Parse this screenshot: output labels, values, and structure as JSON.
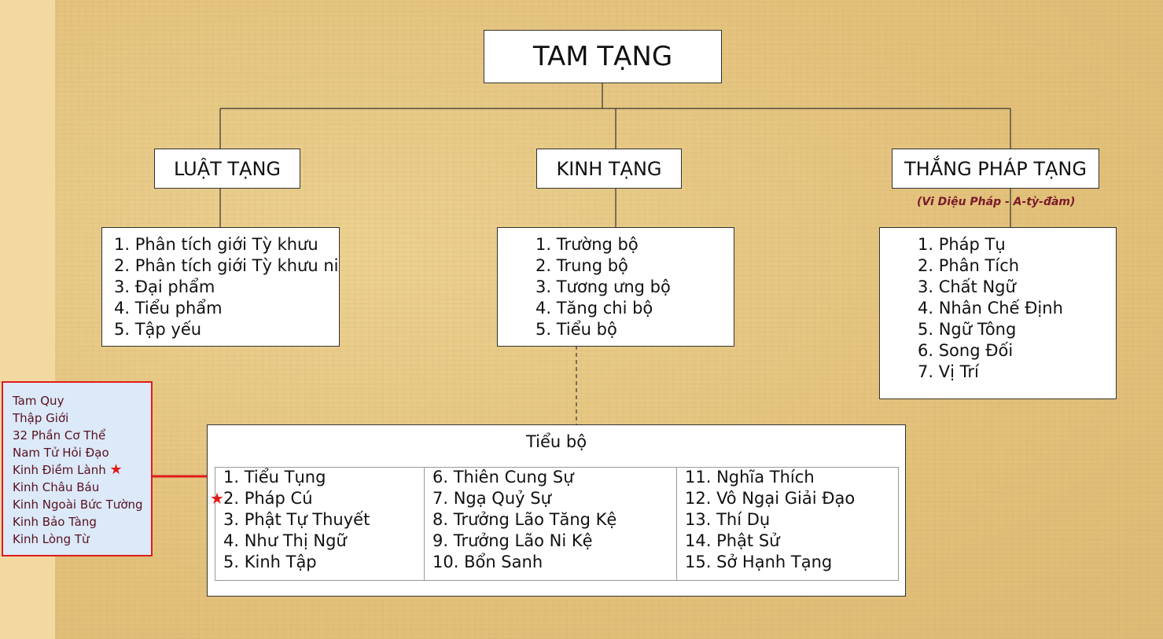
{
  "root": {
    "title": "TAM TẠNG"
  },
  "branches": {
    "luat": {
      "title": "LUẬT TẠNG",
      "items": [
        "1. Phân tích giới Tỳ khưu",
        "2. Phân tích giới Tỳ khưu ni",
        "3. Đại phẩm",
        "4. Tiểu phẩm",
        "5. Tập yếu"
      ]
    },
    "kinh": {
      "title": "KINH TẠNG",
      "items": [
        "1. Trường bộ",
        "2. Trung bộ",
        "3. Tương ưng bộ",
        "4. Tăng chi bộ",
        "5. Tiểu bộ"
      ]
    },
    "thang": {
      "title": "THẮNG PHÁP TẠNG",
      "subtitle": "(Vi Diệu Pháp - A-tỳ-đàm)",
      "items": [
        "1. Pháp Tụ",
        "2. Phân Tích",
        "3. Chất Ngữ",
        "4. Nhân Chế Định",
        "5. Ngữ Tông",
        "6. Song Đối",
        "7. Vị Trí"
      ]
    }
  },
  "tieubo": {
    "title": "Tiểu bộ",
    "col1": [
      "1. Tiểu Tụng",
      "2. Pháp Cú",
      "3. Phật Tự Thuyết",
      "4. Như Thị Ngữ",
      "5. Kinh Tập"
    ],
    "col2": [
      "6. Thiên Cung Sự",
      "7. Ngạ Quỷ Sự",
      "8. Trưởng Lão Tăng Kệ",
      "9. Trưởng Lão Ni Kệ",
      "10. Bổn Sanh"
    ],
    "col3": [
      "11. Nghĩa Thích",
      "12. Vô Ngại Giải Đạo",
      "13. Thí Dụ",
      "14. Phật Sử",
      "15. Sở Hạnh Tạng"
    ]
  },
  "sidebar": {
    "items": [
      "Tam Quy",
      "Thập Giới",
      "32 Phần Cơ Thể",
      "Nam Tử Hỏi Đạo",
      "Kinh Điềm Lành",
      "Kinh Châu Báu",
      "Kinh Ngoài Bức Tường",
      "Kinh Bảo Tàng",
      "Kinh Lòng Từ"
    ]
  },
  "colors": {
    "connector": "#333333",
    "highlight": "#e01b1b",
    "subtitle": "#7a1a2a",
    "sidebar_bg": "#dbe9f8"
  },
  "icons": {
    "marker": "red-star-icon"
  }
}
